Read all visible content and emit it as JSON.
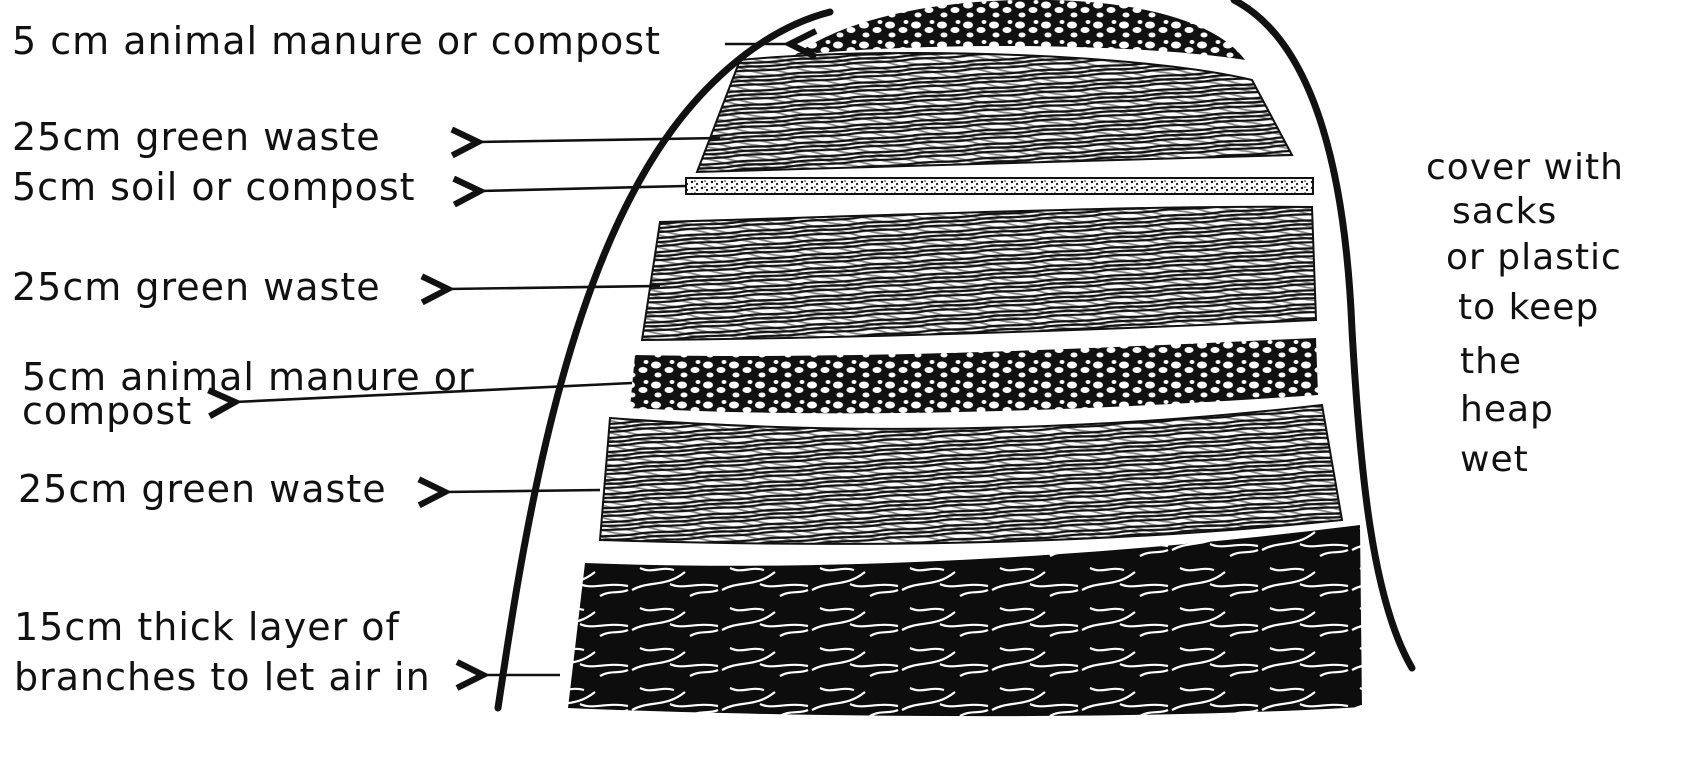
{
  "colors": {
    "ink": "#111111",
    "paper": "#ffffff"
  },
  "labels": {
    "top_manure": "5 cm animal manure or compost",
    "green_waste_1": "25cm green waste",
    "soil_compost": "5cm soil or compost",
    "green_waste_2": "25cm green waste",
    "manure_line1": "5cm animal manure or",
    "manure_line2": "compost",
    "green_waste_3": "25cm green waste",
    "branches_line1": "15cm thick layer of",
    "branches_line2": "branches to let air in"
  },
  "cover_note": {
    "line1": "cover with",
    "line2": "sacks",
    "line3": "or plastic",
    "line4": "to keep",
    "line5": "the",
    "line6": "heap",
    "line7": "wet"
  },
  "layers": [
    {
      "name": "animal manure or compost",
      "pattern": "dots"
    },
    {
      "name": "green waste",
      "pattern": "strands"
    },
    {
      "name": "soil or compost",
      "pattern": "speckle"
    },
    {
      "name": "green waste",
      "pattern": "strands"
    },
    {
      "name": "animal manure or compost",
      "pattern": "dots"
    },
    {
      "name": "green waste",
      "pattern": "strands"
    },
    {
      "name": "branches",
      "pattern": "branches"
    }
  ]
}
